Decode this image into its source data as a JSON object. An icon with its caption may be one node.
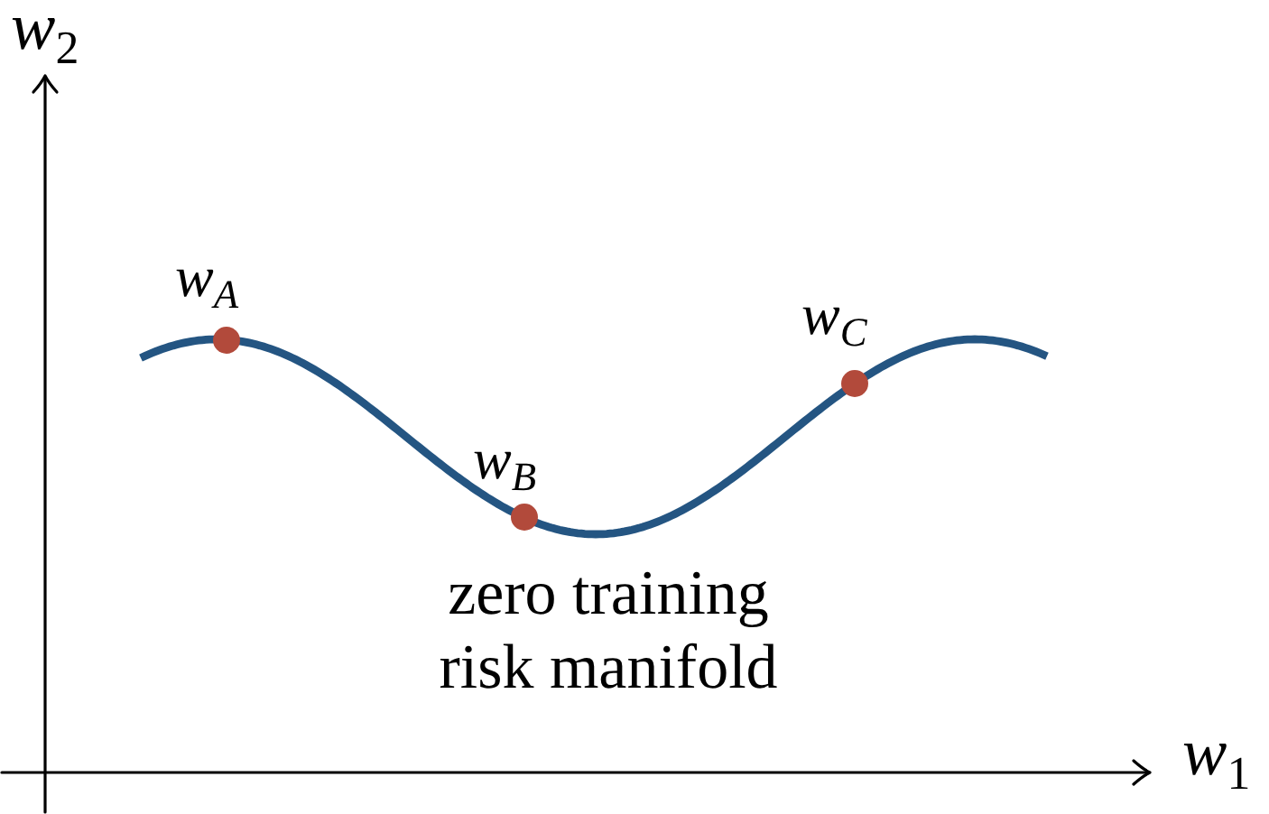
{
  "diagram": {
    "labels": [
      "*w*$_{2}$",
      "*w*$_{A}$",
      "*w*$_{C}$",
      "*w*$_{B}$",
      "zero training risk manifold",
      "*w*$_{1}$"
    ]
  }
}
